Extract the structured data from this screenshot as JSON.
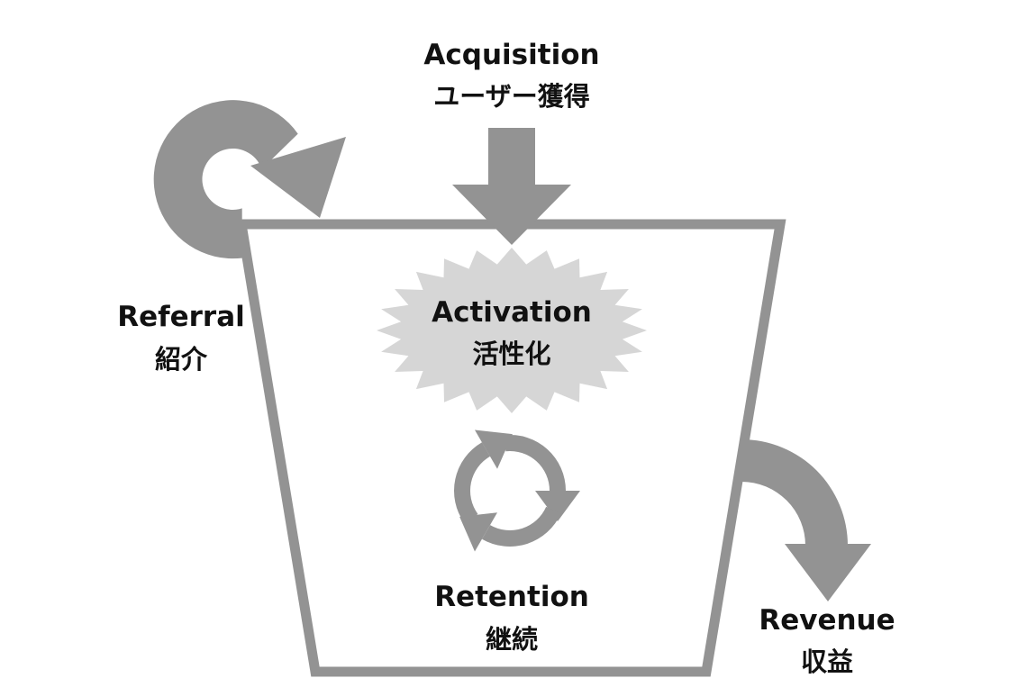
{
  "diagram": {
    "acquisition": {
      "en": "Acquisition",
      "jp": "ユーザー獲得"
    },
    "referral": {
      "en": "Referral",
      "jp": "紹介"
    },
    "activation": {
      "en": "Activation",
      "jp": "活性化"
    },
    "retention": {
      "en": "Retention",
      "jp": "継続"
    },
    "revenue": {
      "en": "Revenue",
      "jp": "収益"
    }
  },
  "colors": {
    "arrow_gray": "#939393",
    "funnel_stroke": "#939393",
    "burst_fill": "#d6d6d6",
    "text": "#111111",
    "background": "#ffffff"
  },
  "icons": [
    "down-arrow-icon",
    "referral-loop-icon",
    "activation-burst-icon",
    "retention-cycle-icon",
    "revenue-curved-arrow-icon"
  ]
}
